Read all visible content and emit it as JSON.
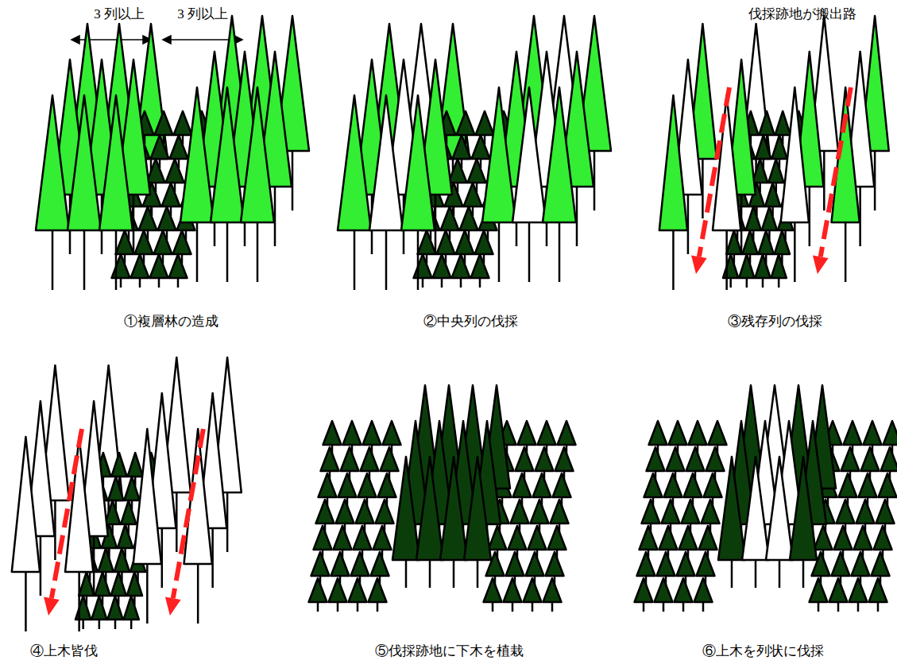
{
  "diagram": {
    "labels": [
      "3 列以上",
      "3 列以上",
      "伐採跡地が搬出路",
      "①複層林の造成",
      "②中央列の伐採",
      "③残存列の伐採",
      "④上木皆伐",
      "⑤伐採跡地に下木を植栽",
      "⑥上木を列状に伐採"
    ]
  }
}
